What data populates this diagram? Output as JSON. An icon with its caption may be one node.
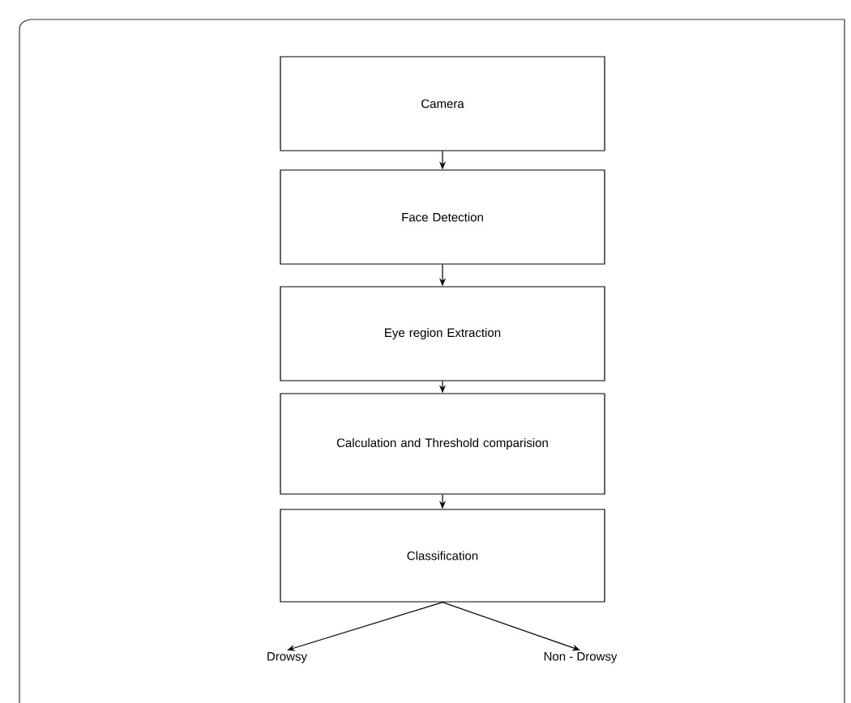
{
  "diagram": {
    "nodes": [
      {
        "text": [
          "Camera"
        ]
      },
      {
        "text": [
          "Face Detection"
        ]
      },
      {
        "text": [
          "Eye region  Extraction"
        ]
      },
      {
        "text": [
          "Calculation and Threshold comparision"
        ]
      },
      {
        "text": [
          "Classification"
        ]
      },
      {
        "text": [
          "Drowsy"
        ]
      },
      {
        "text": [
          "Non - Drowsy"
        ]
      }
    ],
    "edges": [
      {
        "from": 0,
        "to": 1,
        "arrow": "to"
      },
      {
        "from": 1,
        "to": 2,
        "arrow": "to"
      },
      {
        "from": 2,
        "to": 3,
        "arrow": "to"
      },
      {
        "from": 3,
        "to": 4,
        "arrow": "to"
      },
      {
        "from": 4,
        "to": 5,
        "arrow": "to"
      },
      {
        "from": 4,
        "to": 6,
        "arrow": "to"
      }
    ]
  }
}
